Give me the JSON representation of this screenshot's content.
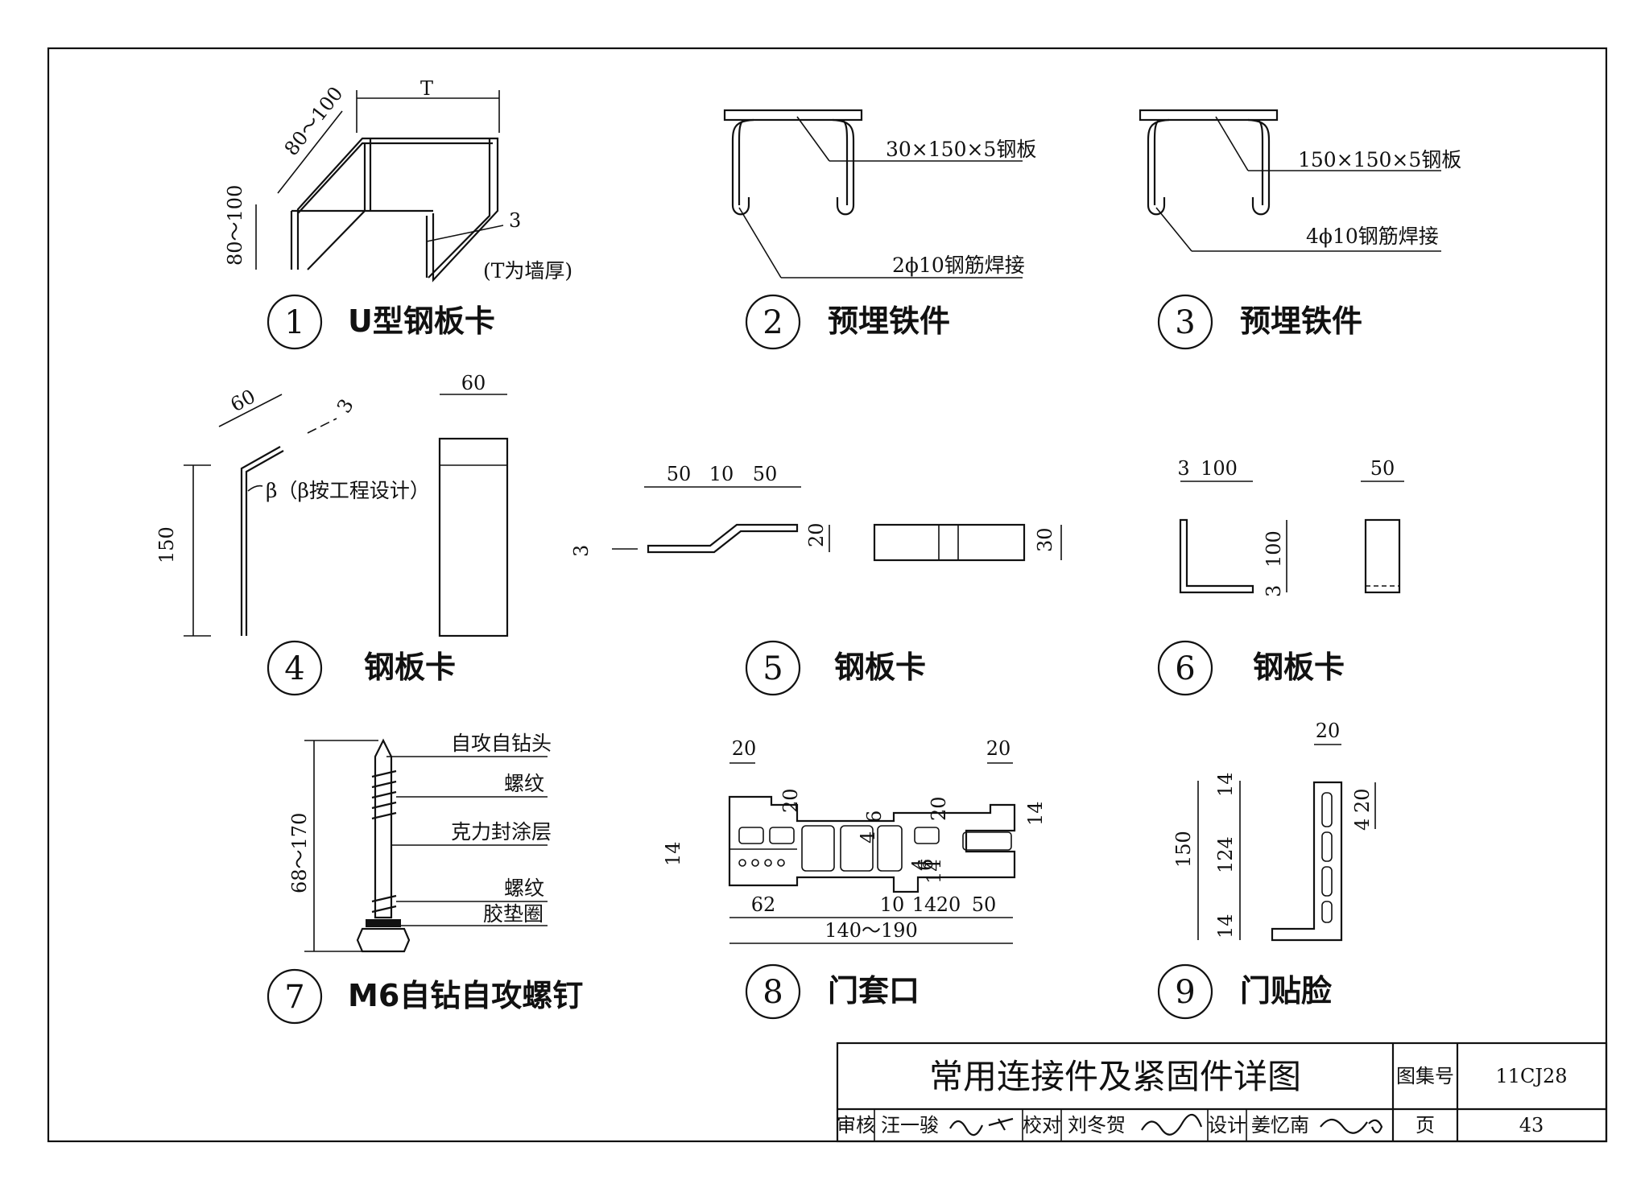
{
  "details": [
    {
      "num": "1",
      "caption": "U型钢板卡"
    },
    {
      "num": "2",
      "caption": "预埋铁件"
    },
    {
      "num": "3",
      "caption": "预埋铁件"
    },
    {
      "num": "4",
      "caption": "钢板卡"
    },
    {
      "num": "5",
      "caption": "钢板卡"
    },
    {
      "num": "6",
      "caption": "钢板卡"
    },
    {
      "num": "7",
      "caption": "M6自钻自攻螺钉"
    },
    {
      "num": "8",
      "caption": "门套口"
    },
    {
      "num": "9",
      "caption": "门贴脸"
    }
  ],
  "d1": {
    "t": "T",
    "depth": "80～100",
    "height": "80～100",
    "thick": "3",
    "note": "(T为墙厚)"
  },
  "d2": {
    "plate": "30×150×5钢板",
    "bar": "2ϕ10钢筋焊接"
  },
  "d3": {
    "plate": "150×150×5钢板",
    "bar": "4ϕ10钢筋焊接"
  },
  "d4": {
    "top": "60",
    "thick": "3",
    "height": "150",
    "angle": "β（β按工程设计）",
    "width": "60"
  },
  "d5": {
    "a": "50",
    "b": "10",
    "c": "50",
    "h": "20",
    "thick": "3",
    "w": "30"
  },
  "d6": {
    "t": "3",
    "len": "100",
    "h": "100",
    "t2": "3",
    "w": "50"
  },
  "d7": {
    "l1": "自攻自钻头",
    "l2": "螺纹",
    "l3": "克力封涂层",
    "l4": "螺纹",
    "l5": "胶垫圈",
    "len": "68～170"
  },
  "d8": {
    "a": "20",
    "b": "20",
    "c": "20",
    "d": "6",
    "e": "4",
    "f": "20",
    "g": "14",
    "h": "14",
    "i": "62",
    "j": "10",
    "k": "14",
    "l": "20",
    "m": "50",
    "n": "140～190",
    "o": "14",
    "p": "6",
    "q": "4"
  },
  "d9": {
    "w": "20",
    "a": "14",
    "b": "124",
    "c": "14",
    "total": "150",
    "d": "20",
    "e": "4"
  },
  "title_block": {
    "title": "常用连接件及紧固件详图",
    "atlas_label": "图集号",
    "atlas_value": "11CJ28",
    "review_label": "审核",
    "reviewer": "汪一骏",
    "check_label": "校对",
    "checker": "刘冬贺",
    "design_label": "设计",
    "designer": "姜忆南",
    "page_label": "页",
    "page_value": "43"
  }
}
